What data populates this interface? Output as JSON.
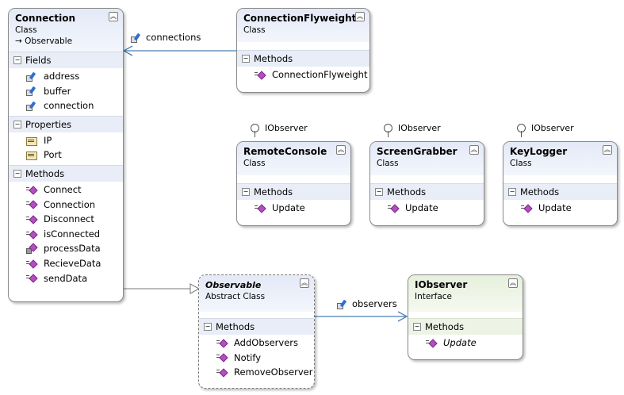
{
  "classes": {
    "connection": {
      "name": "Connection",
      "kind": "Class",
      "base": "Observable",
      "fields_label": "Fields",
      "fields": [
        "address",
        "buffer",
        "connection"
      ],
      "properties_label": "Properties",
      "properties": [
        "IP",
        "Port"
      ],
      "methods_label": "Methods",
      "methods": [
        "Connect",
        "Connection",
        "Disconnect",
        "isConnected",
        "processData",
        "RecieveData",
        "sendData"
      ]
    },
    "flyweight": {
      "name": "ConnectionFlyweight",
      "kind": "Class",
      "methods_label": "Methods",
      "methods": [
        "ConnectionFlyweight"
      ]
    },
    "remote_console": {
      "name": "RemoteConsole",
      "kind": "Class",
      "methods_label": "Methods",
      "methods": [
        "Update"
      ],
      "lollipop": "IObserver"
    },
    "screen_grabber": {
      "name": "ScreenGrabber",
      "kind": "Class",
      "methods_label": "Methods",
      "methods": [
        "Update"
      ],
      "lollipop": "IObserver"
    },
    "key_logger": {
      "name": "KeyLogger",
      "kind": "Class",
      "methods_label": "Methods",
      "methods": [
        "Update"
      ],
      "lollipop": "IObserver"
    },
    "observable": {
      "name": "Observable",
      "kind": "Abstract Class",
      "methods_label": "Methods",
      "methods": [
        "AddObservers",
        "Notify",
        "RemoveObserver"
      ]
    },
    "iobserver": {
      "name": "IObserver",
      "kind": "Interface",
      "methods_label": "Methods",
      "methods": [
        "Update"
      ]
    }
  },
  "associations": {
    "connections": "connections",
    "observers": "observers"
  },
  "icons": {
    "collapse": "collapse-chevron-icon",
    "method": "method-icon",
    "protected_method": "protected-method-icon",
    "field": "field-icon",
    "property": "property-icon",
    "lollipop": "interface-lollipop-icon"
  },
  "colors": {
    "class_header": "#e4e9f7",
    "interface_header": "#e6f0dc",
    "method_icon": "#b44fc0",
    "connector": "#4a7fb5"
  }
}
